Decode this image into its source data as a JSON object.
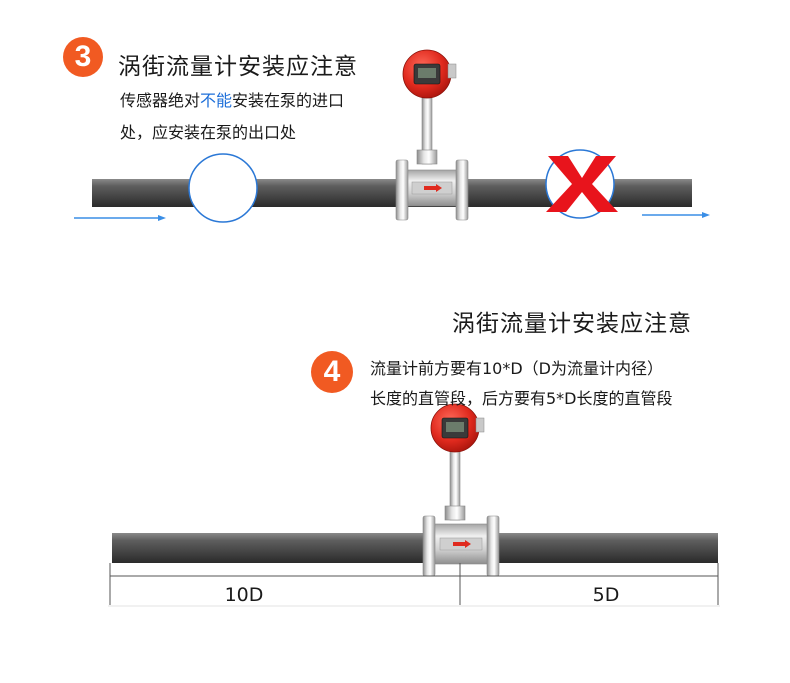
{
  "section3": {
    "number": "3",
    "title": "涡街流量计安装应注意",
    "note_line1_before": "传感器绝对",
    "note_line1_highlight": "不能",
    "note_line1_after": "安装在泵的进口",
    "note_line2": "处，应安装在泵的出口处",
    "colors": {
      "badge": "#f15a22",
      "highlight": "#1e6fd9",
      "cross": "#e8141c",
      "flow_arrow": "#3a8ee6"
    }
  },
  "section4": {
    "number": "4",
    "title": "涡街流量计安装应注意",
    "note_line1": "流量计前方要有10*D（D为流量计内径）",
    "note_line2": "长度的直管段，后方要有5*D长度的直管段",
    "upstream_label": "10D",
    "downstream_label": "5D"
  }
}
